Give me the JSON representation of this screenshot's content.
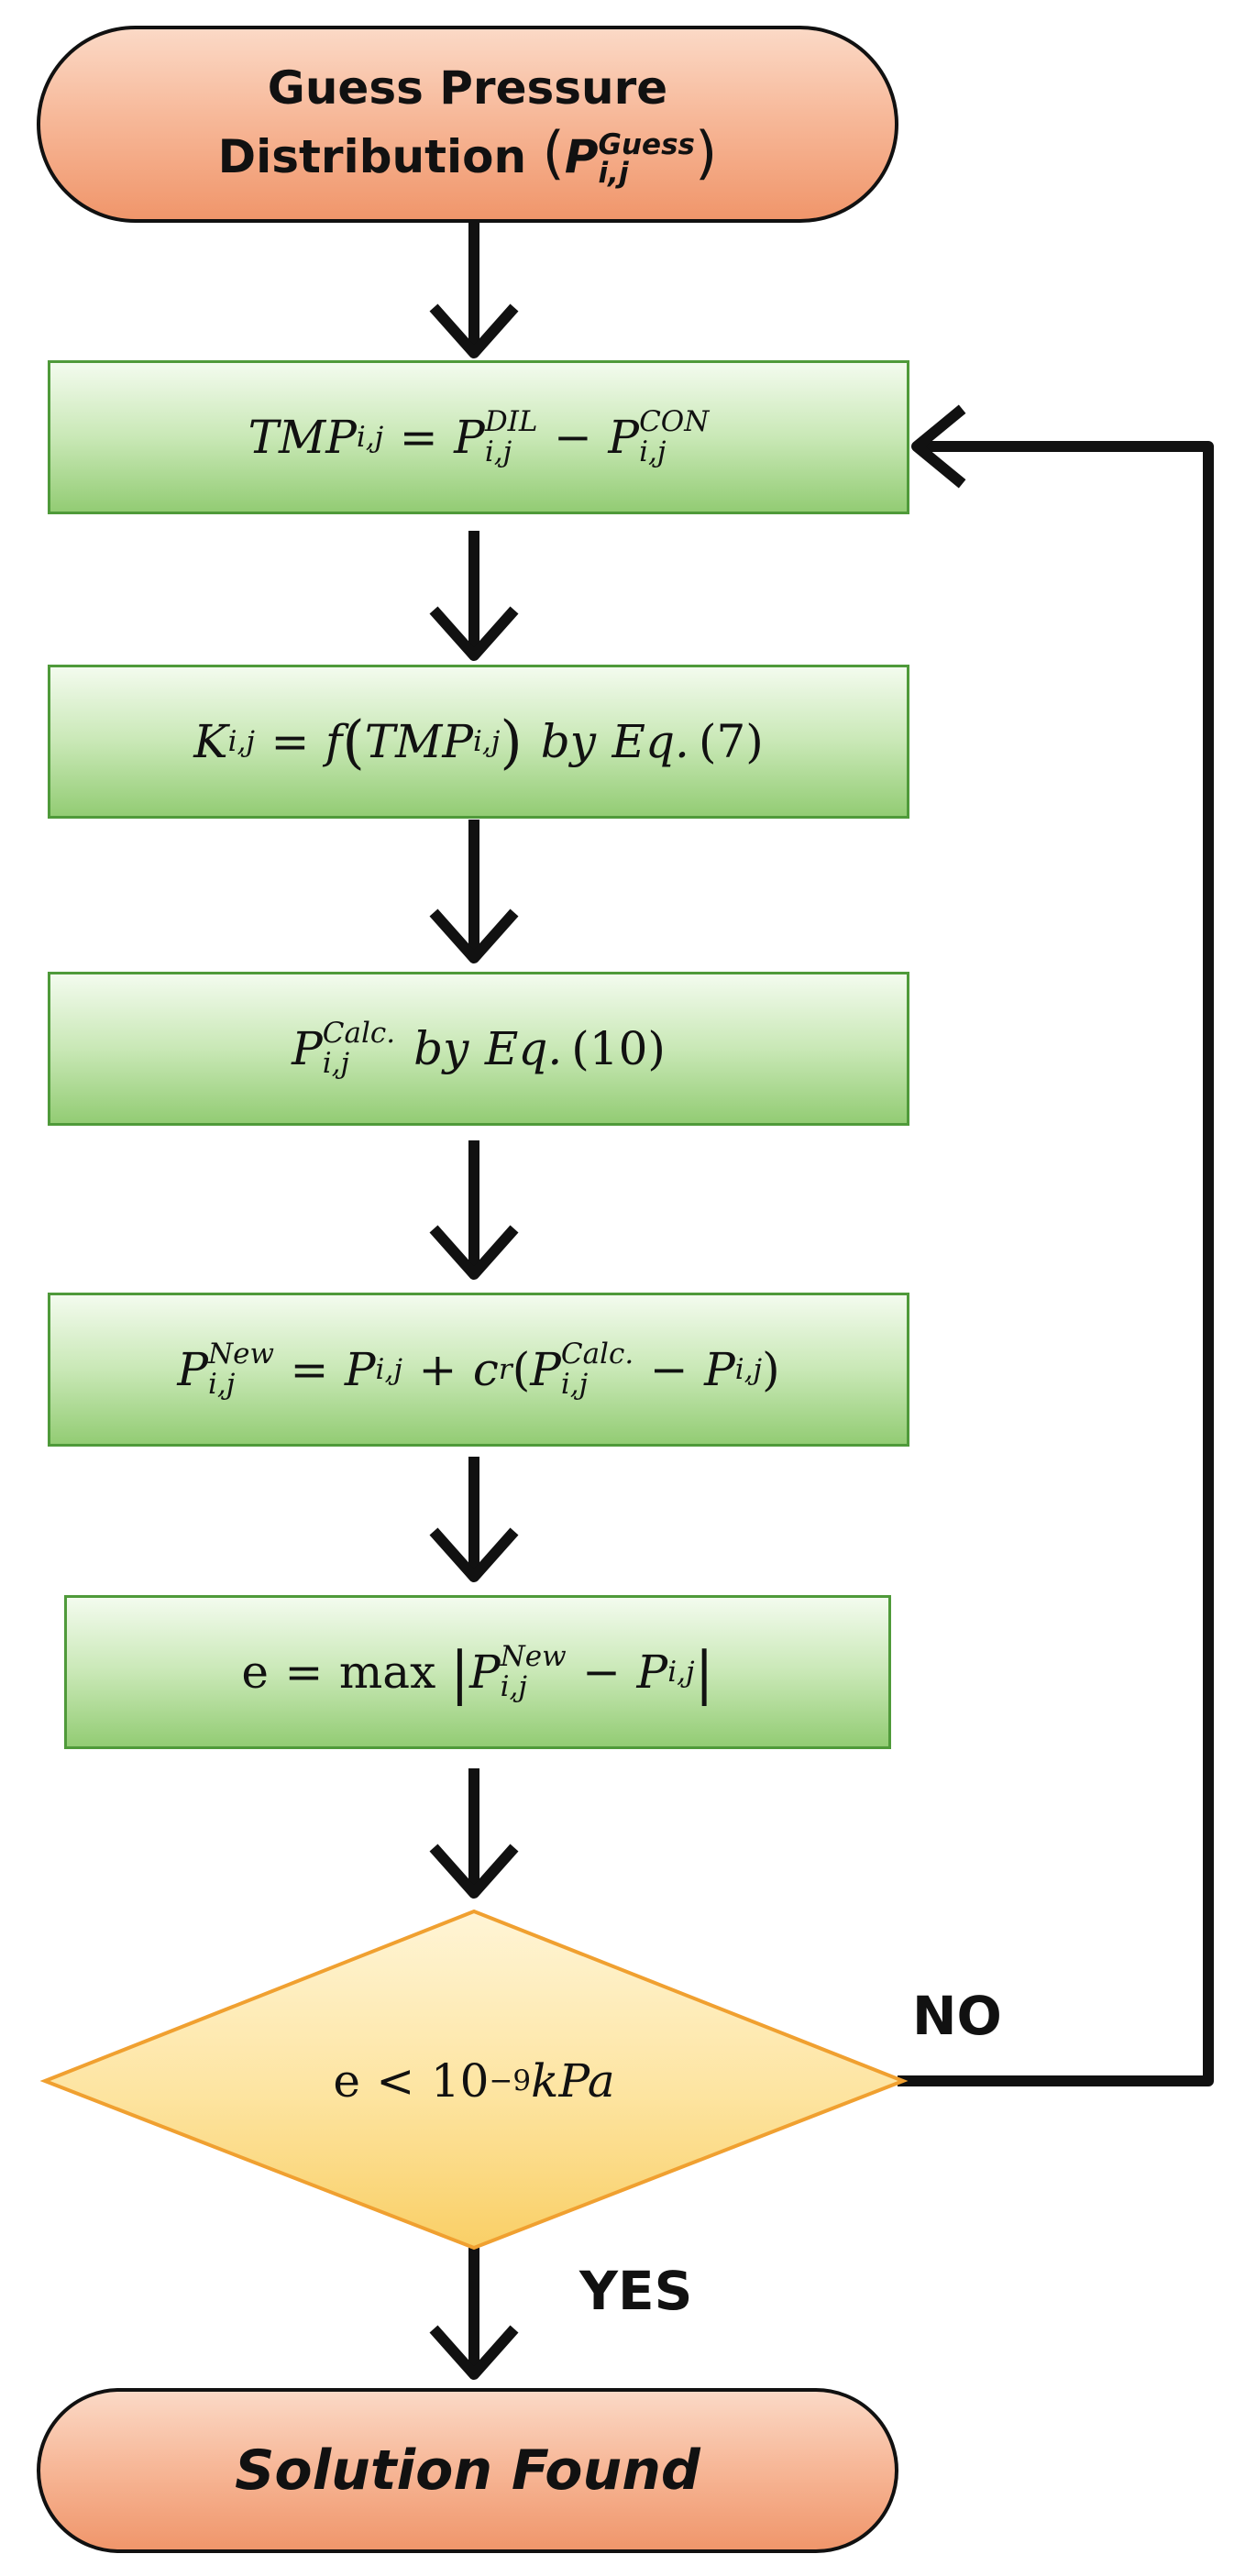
{
  "start": {
    "line1": "Guess Pressure",
    "line2": "Distribution",
    "paren_open": "(",
    "P": "P",
    "sub": "i,j",
    "sup": "Guess",
    "paren_close": ")"
  },
  "box1": {
    "lhs": "TMP",
    "lhs_sub": "i,j",
    "eq": "=",
    "a": "P",
    "a_sub": "i,j",
    "a_sup": "DIL",
    "minus": "−",
    "b": "P",
    "b_sub": "i,j",
    "b_sup": "CON"
  },
  "box2": {
    "k": "K",
    "k_sub": "i,j",
    "eq": "=",
    "f": "f",
    "lp": "(",
    "tmp": "TMP",
    "tmp_sub": "i,j",
    "rp": ")",
    "by": "by",
    "eqref": "Eq.",
    "num": "(7)"
  },
  "box3": {
    "p": "P",
    "p_sub": "i,j",
    "p_sup": "Calc.",
    "by": "by",
    "eqref": "Eq.",
    "num": "(10)"
  },
  "box4": {
    "p": "P",
    "p_sub": "i,j",
    "p_sup": "New",
    "eq": "=",
    "p2": "P",
    "p2_sub": "i,j",
    "plus": "+",
    "c": "c",
    "c_sub": "r",
    "lp": "(",
    "p3": "P",
    "p3_sub": "i,j",
    "p3_sup": "Calc.",
    "minus": "−",
    "p4": "P",
    "p4_sub": "i,j",
    "rp": ")"
  },
  "box5": {
    "e": "e",
    "eq": "=",
    "max": "max",
    "bar1": "|",
    "p": "P",
    "p_sub": "i,j",
    "p_sup": "New",
    "minus": "−",
    "p2": "P",
    "p2_sub": "i,j",
    "bar2": "|"
  },
  "decision": {
    "e": "e",
    "lt": "<",
    "base": "10",
    "exp": "−9",
    "unit": "kPa"
  },
  "labels": {
    "no": "NO",
    "yes": "YES"
  },
  "end": {
    "text": "Solution Found"
  }
}
